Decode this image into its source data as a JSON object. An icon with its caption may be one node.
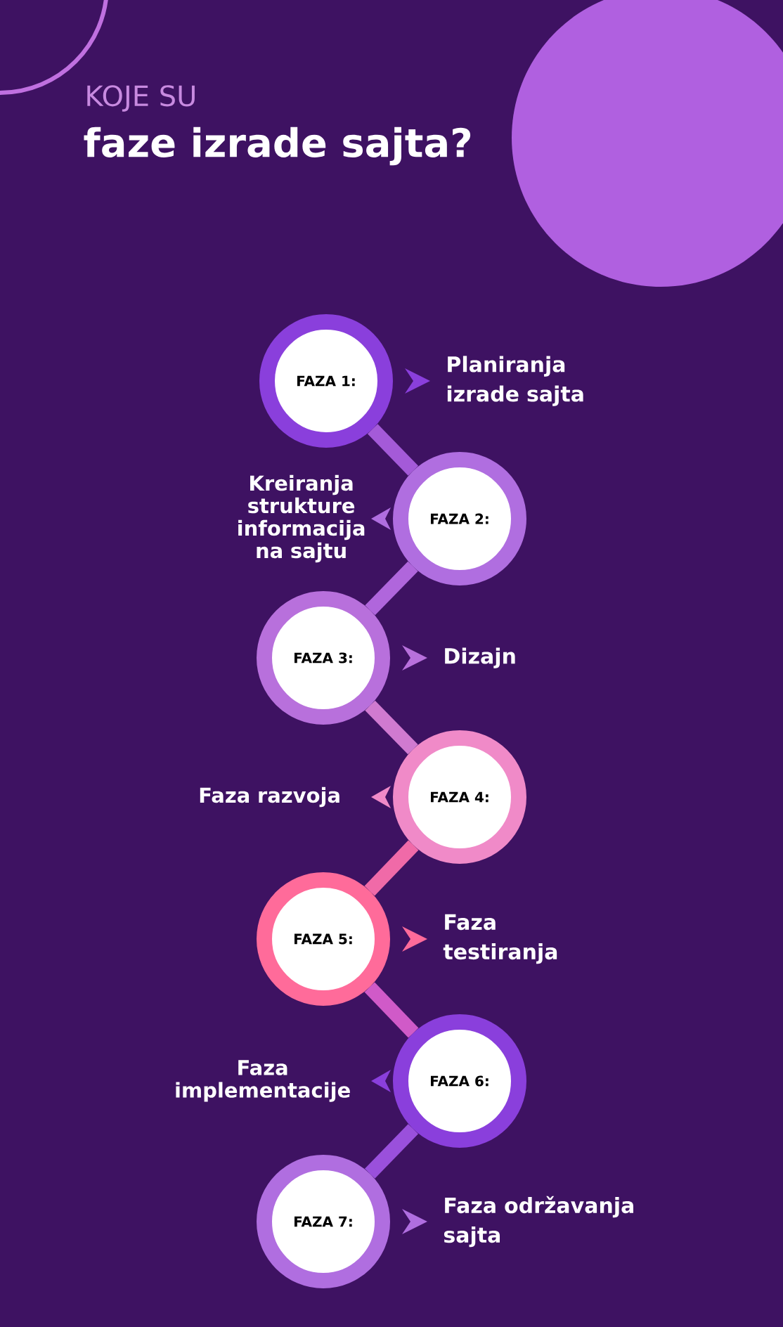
{
  "diagram": {
    "title": "faze izrade sajta?",
    "labels": [
      "KOJE SU"
    ],
    "nodes": [
      {
        "text": [
          "FAZA 1:"
        ],
        "beside": [
          "Planiranja izrade sajta"
        ]
      },
      {
        "text": [
          "FAZA 2:"
        ],
        "beside": [
          "Kreiranja strukture informacija na sajtu"
        ]
      },
      {
        "text": [
          "FAZA 3:"
        ],
        "beside": [
          "Dizajn"
        ]
      },
      {
        "text": [
          "FAZA 4:"
        ],
        "beside": [
          "Faza razvoja"
        ]
      },
      {
        "text": [
          "FAZA 5:"
        ],
        "beside": [
          "Faza testiranja"
        ]
      },
      {
        "text": [
          "FAZA 6:"
        ],
        "beside": [
          "Faza implementacije"
        ]
      },
      {
        "text": [
          "FAZA 7:"
        ],
        "beside": [
          "Faza održavanja sajta"
        ]
      }
    ],
    "edges": [
      {
        "from": 0,
        "to": 1,
        "arrow": "none",
        "color": "#a45ad8"
      },
      {
        "from": 1,
        "to": 2,
        "arrow": "none",
        "color": "#b066dc"
      },
      {
        "from": 2,
        "to": 3,
        "arrow": "none",
        "color": "#d07ad0"
      },
      {
        "from": 3,
        "to": 4,
        "arrow": "none",
        "color": "#f06aa8"
      },
      {
        "from": 4,
        "to": 5,
        "arrow": "none",
        "color": "#d05ac8"
      },
      {
        "from": 5,
        "to": 6,
        "arrow": "none",
        "color": "#9a50dc"
      }
    ]
  }
}
